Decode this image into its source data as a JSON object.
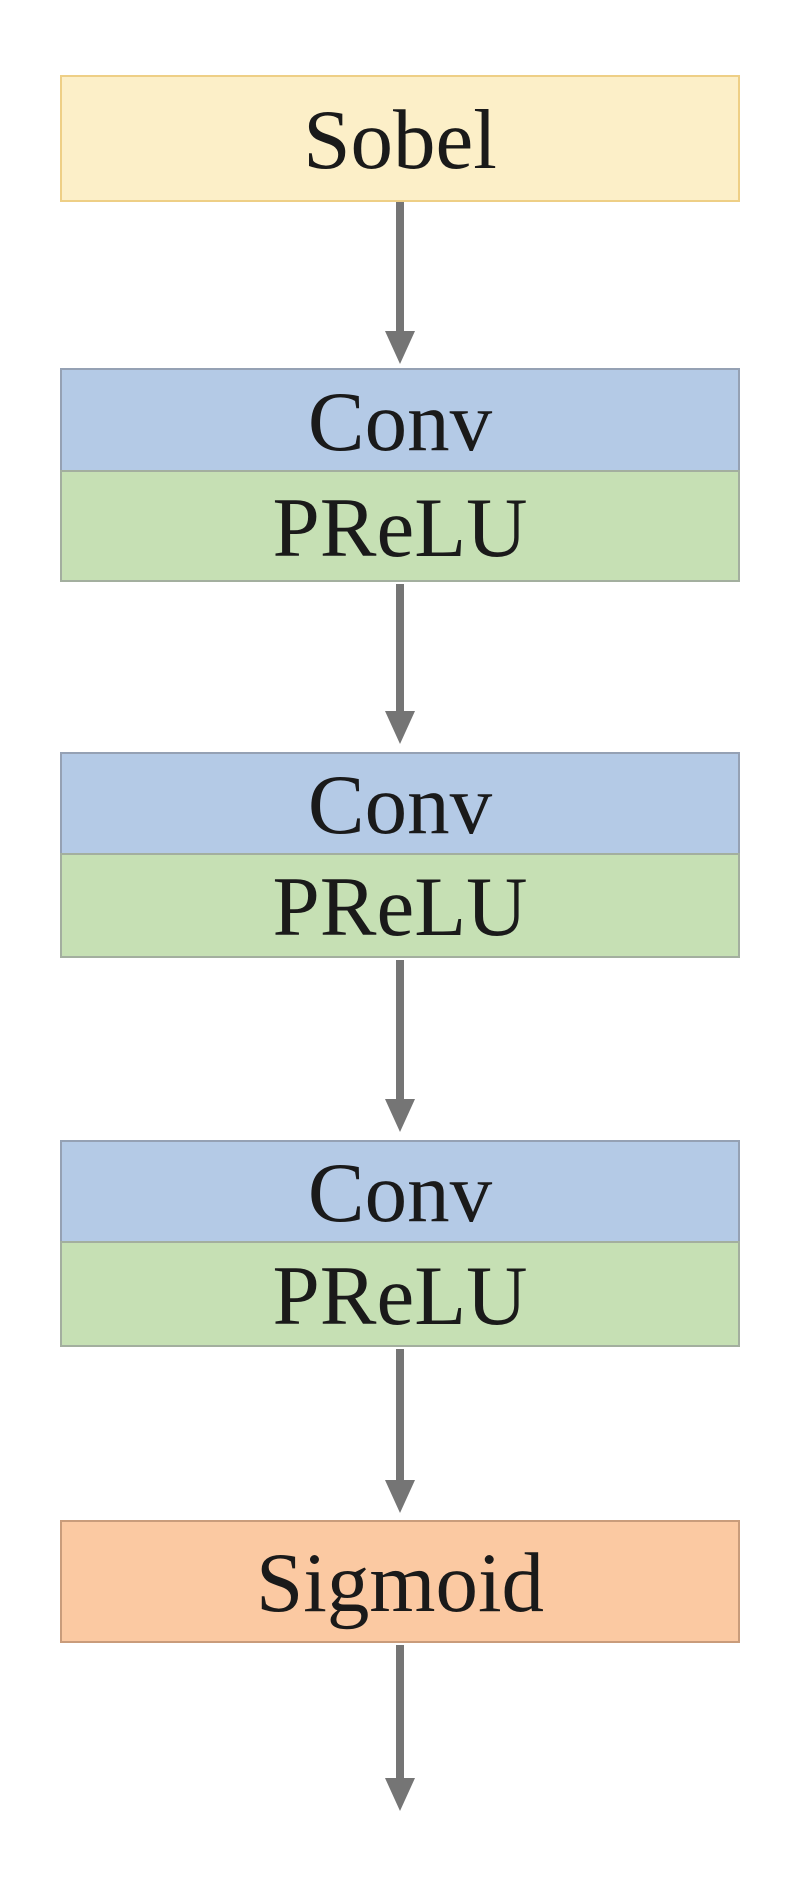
{
  "diagram": {
    "kind": "flowchart",
    "direction": "top-to-bottom",
    "colors": {
      "background": "#FFFFFF",
      "text": "#1A1A1A",
      "arrow": "#757575"
    },
    "nodes": [
      {
        "id": "sobel",
        "label": "Sobel",
        "fill": "#FCEFC8",
        "border_color": "#EECF86"
      },
      {
        "id": "block1-conv",
        "label": "Conv",
        "fill": "#B4CAE6",
        "border_color": "#95A1B4"
      },
      {
        "id": "block1-prelu",
        "label": "PReLU",
        "fill": "#C6E0B4",
        "border_color": "#A3AF9F"
      },
      {
        "id": "block2-conv",
        "label": "Conv",
        "fill": "#B4CAE6",
        "border_color": "#95A1B4"
      },
      {
        "id": "block2-prelu",
        "label": "PReLU",
        "fill": "#C6E0B4",
        "border_color": "#A3AF9F"
      },
      {
        "id": "block3-conv",
        "label": "Conv",
        "fill": "#B4CAE6",
        "border_color": "#95A1B4"
      },
      {
        "id": "block3-prelu",
        "label": "PReLU",
        "fill": "#C6E0B4",
        "border_color": "#A3AF9F"
      },
      {
        "id": "sigmoid",
        "label": "Sigmoid",
        "fill": "#FBC9A2",
        "border_color": "#C99C7B"
      }
    ],
    "edges": [
      {
        "id": "arrow-1",
        "from": "sobel",
        "to": "block1-conv"
      },
      {
        "id": "arrow-2",
        "from": "block1-prelu",
        "to": "block2-conv"
      },
      {
        "id": "arrow-3",
        "from": "block2-prelu",
        "to": "block3-conv"
      },
      {
        "id": "arrow-4",
        "from": "block3-prelu",
        "to": "sigmoid"
      },
      {
        "id": "arrow-5",
        "from": "sigmoid",
        "to": null
      }
    ]
  }
}
